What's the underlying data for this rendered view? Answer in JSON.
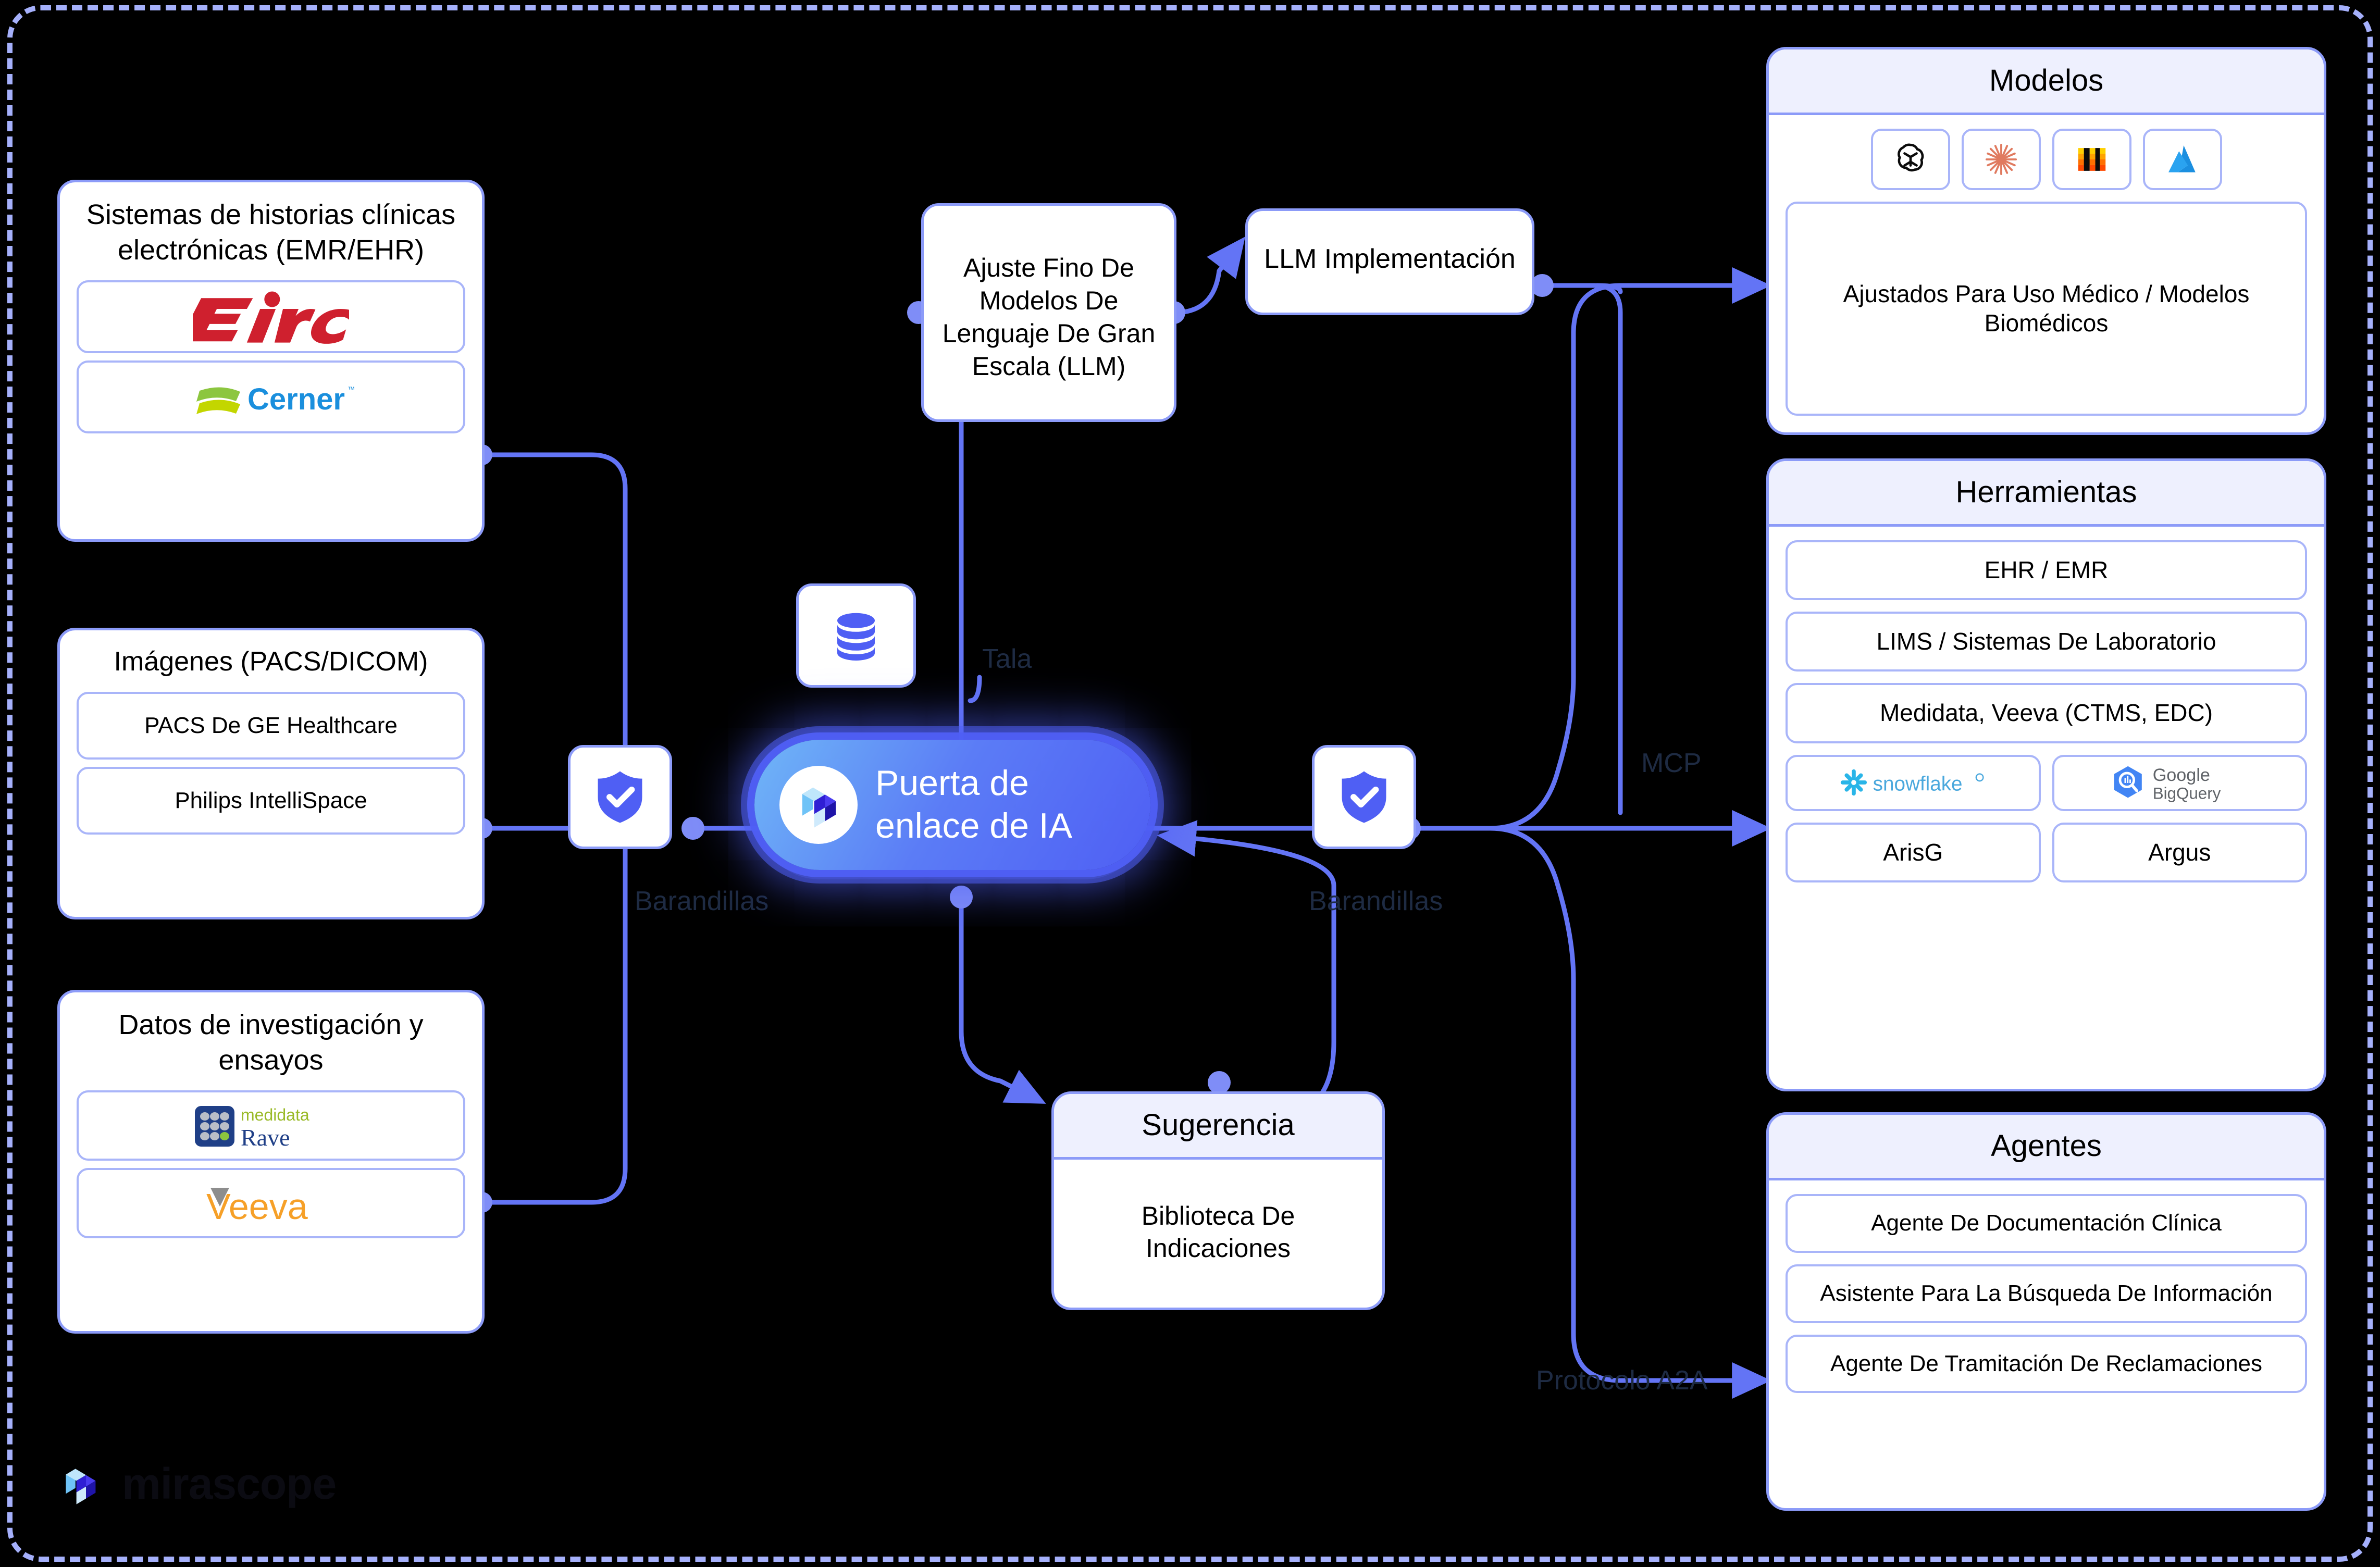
{
  "sources": [
    {
      "title": "Sistemas de historias clínicas electrónicas (EMR/EHR)",
      "items": [
        {
          "label": "Epic",
          "logo": "epic-logo"
        },
        {
          "label": "Cerner",
          "logo": "cerner-logo"
        }
      ]
    },
    {
      "title": "Imágenes (PACS/DICOM)",
      "items": [
        {
          "label": "PACS De GE Healthcare",
          "logo": ""
        },
        {
          "label": "Philips IntelliSpace",
          "logo": ""
        }
      ]
    },
    {
      "title": "Datos de investigación y ensayos",
      "items": [
        {
          "label": "medidata Rave",
          "logo": "medidata-rave-logo"
        },
        {
          "label": "Veeva",
          "logo": "veeva-logo"
        }
      ]
    }
  ],
  "center": {
    "finetune_label": "Ajuste Fino De Modelos De Lenguaje De Gran Escala (LLM)",
    "llm_deploy_label": "LLM Implementación",
    "gateway_label": "Puerta de enlace de IA",
    "gateway_icon": "mirascope-cube-icon",
    "database_icon": "database-icon",
    "database_label": "Tala",
    "guardrail_left_label": "Barandillas",
    "guardrail_right_label": "Barandillas",
    "guardrail_icon": "shield-check-icon",
    "prompt_panel": {
      "title": "Sugerencia",
      "body": "Biblioteca De Indicaciones"
    }
  },
  "edge_labels": {
    "mcp": "MCP",
    "a2a": "Protocolo A2A"
  },
  "panels": [
    {
      "title": "Modelos",
      "icons": [
        "openai-icon",
        "anthropic-icon",
        "mistral-icon",
        "azure-icon"
      ],
      "items": [
        "Ajustados Para Uso Médico /  Modelos Biomédicos"
      ]
    },
    {
      "title": "Herramientas",
      "items": [
        "EHR / EMR",
        "LIMS / Sistemas De Laboratorio",
        "Medidata, Veeva (CTMS, EDC)"
      ],
      "logo_row": [
        {
          "label": "snowflake",
          "logo": "snowflake-logo"
        },
        {
          "label": "Google BigQuery",
          "logo": "bigquery-logo"
        }
      ],
      "bottom_row": [
        "ArisG",
        "Argus"
      ]
    },
    {
      "title": "Agentes",
      "items": [
        "Agente De Documentación Clínica",
        "Asistente Para La Búsqueda De Información",
        "Agente De Tramitación De Reclamaciones"
      ]
    }
  ],
  "brand": {
    "name": "mirascope",
    "icon": "mirascope-cube-icon"
  },
  "colors": {
    "background": "#000000",
    "accent": "#6374f5",
    "node_border": "#8c9bf8",
    "panel_head_bg": "#eef0fe",
    "label_text": "#1e2b43",
    "gateway_gradient_from": "#6fb6f7",
    "gateway_gradient_to": "#4f5ff4"
  }
}
